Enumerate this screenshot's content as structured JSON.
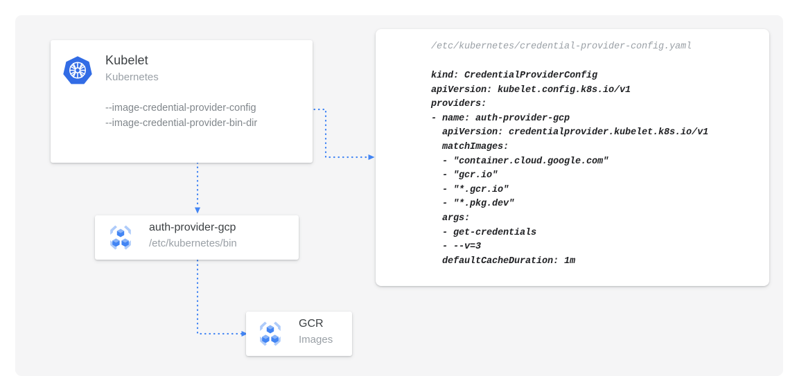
{
  "canvas": {
    "background_color": "#f5f5f6",
    "page_background_color": "#ffffff"
  },
  "theme": {
    "accent_blue": "#4285f4",
    "kubernetes_blue": "#326ce5",
    "icon_light_blue": "#a8c7fa",
    "text_primary": "#3c4043",
    "text_secondary": "#9aa0a6",
    "code_text": "#202124"
  },
  "nodes": {
    "kubelet": {
      "icon": "kubernetes-icon",
      "title": "Kubelet",
      "subtitle": "Kubernetes",
      "flags": [
        "--image-credential-provider-config",
        "--image-credential-provider-bin-dir"
      ]
    },
    "auth_provider": {
      "icon": "container-registry-icon",
      "title": "auth-provider-gcp",
      "subtitle": "/etc/kubernetes/bin"
    },
    "gcr": {
      "icon": "container-registry-icon",
      "title": "GCR",
      "subtitle": "Images"
    }
  },
  "yaml_card": {
    "path": "/etc/kubernetes/credential-provider-config.yaml",
    "lines": [
      "kind: CredentialProviderConfig",
      "apiVersion: kubelet.config.k8s.io/v1",
      "providers:",
      "- name: auth-provider-gcp",
      "  apiVersion: credentialprovider.kubelet.k8s.io/v1",
      "  matchImages:",
      "  - \"container.cloud.google.com\"",
      "  - \"gcr.io\"",
      "  - \"*.gcr.io\"",
      "  - \"*.pkg.dev\"",
      "  args:",
      "  - get-credentials",
      "  - --v=3",
      "  defaultCacheDuration: 1m"
    ]
  },
  "connectors": [
    {
      "name": "kubelet-to-config",
      "from": "kubelet",
      "to": "yaml-card",
      "style": "dotted",
      "color": "#4285f4"
    },
    {
      "name": "kubelet-to-auth-provider",
      "from": "kubelet",
      "to": "auth_provider",
      "style": "dotted",
      "color": "#4285f4"
    },
    {
      "name": "auth-provider-to-gcr",
      "from": "auth_provider",
      "to": "gcr",
      "style": "dotted",
      "color": "#4285f4"
    }
  ]
}
